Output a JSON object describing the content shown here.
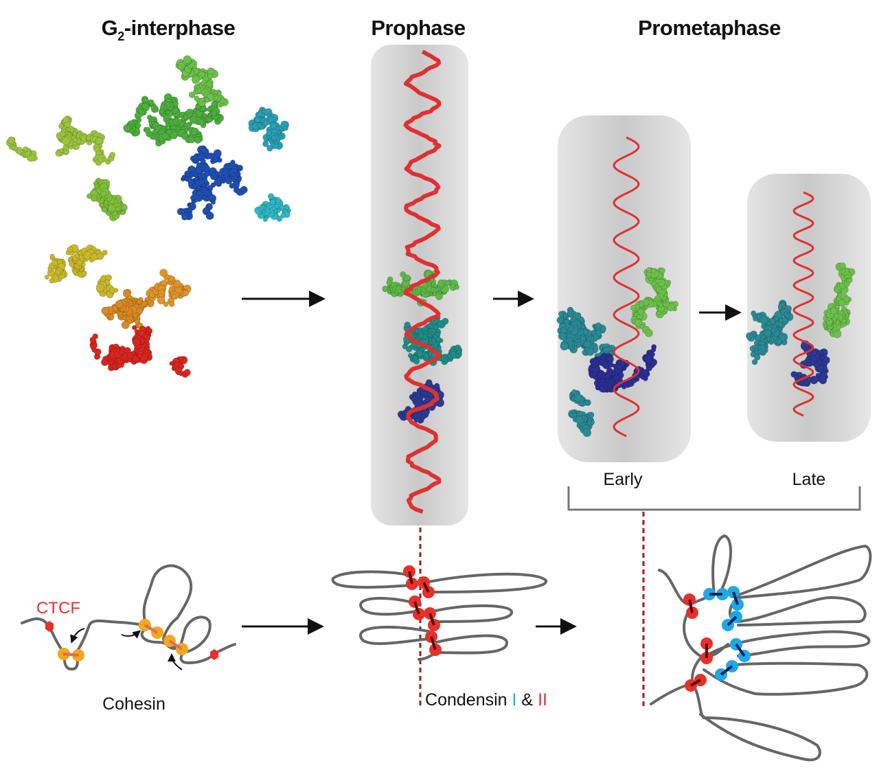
{
  "titles": {
    "interphase_prefix": "G",
    "interphase_sub": "2",
    "interphase_suffix": "-interphase",
    "prophase": "Prophase",
    "prometaphase": "Prometaphase"
  },
  "stage_labels": {
    "early": "Early",
    "late": "Late"
  },
  "bottom_labels": {
    "ctcf": "CTCF",
    "cohesin": "Cohesin",
    "condensin": "Condensin",
    "condensin_one": "I",
    "amp": "&",
    "condensin_two": "II"
  },
  "colors": {
    "ctcf": "#e8302a",
    "cohesin": "#f0a81c",
    "condensin_one": "#1ea8e6",
    "condensin_two": "#e8302a",
    "scaffold": "#e03030",
    "strand": "#666666",
    "axis_dashed": "#9b1c1c"
  }
}
